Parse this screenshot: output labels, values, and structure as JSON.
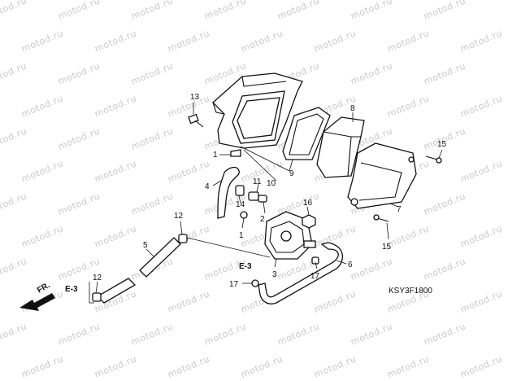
{
  "watermark": "motod.ru",
  "diagram_code": "KSY3F1800",
  "ref_codes": {
    "e3_left": "E-3",
    "e3_mid": "E-3",
    "front_arrow": "FR."
  },
  "parts": [
    {
      "id": "p13",
      "label": "13"
    },
    {
      "id": "p1a",
      "label": "1"
    },
    {
      "id": "p9",
      "label": "9"
    },
    {
      "id": "p10",
      "label": "10"
    },
    {
      "id": "p8",
      "label": "8"
    },
    {
      "id": "p15a",
      "label": "15"
    },
    {
      "id": "p4",
      "label": "4"
    },
    {
      "id": "p11",
      "label": "11"
    },
    {
      "id": "p14",
      "label": "14"
    },
    {
      "id": "p1b",
      "label": "1"
    },
    {
      "id": "p2",
      "label": "2"
    },
    {
      "id": "p16",
      "label": "16"
    },
    {
      "id": "p7",
      "label": "7"
    },
    {
      "id": "p15b",
      "label": "15"
    },
    {
      "id": "p12a",
      "label": "12"
    },
    {
      "id": "p5",
      "label": "5"
    },
    {
      "id": "p3",
      "label": "3"
    },
    {
      "id": "p17a",
      "label": "17"
    },
    {
      "id": "p6",
      "label": "6"
    },
    {
      "id": "p17b",
      "label": "17"
    },
    {
      "id": "p12b",
      "label": "12"
    }
  ]
}
